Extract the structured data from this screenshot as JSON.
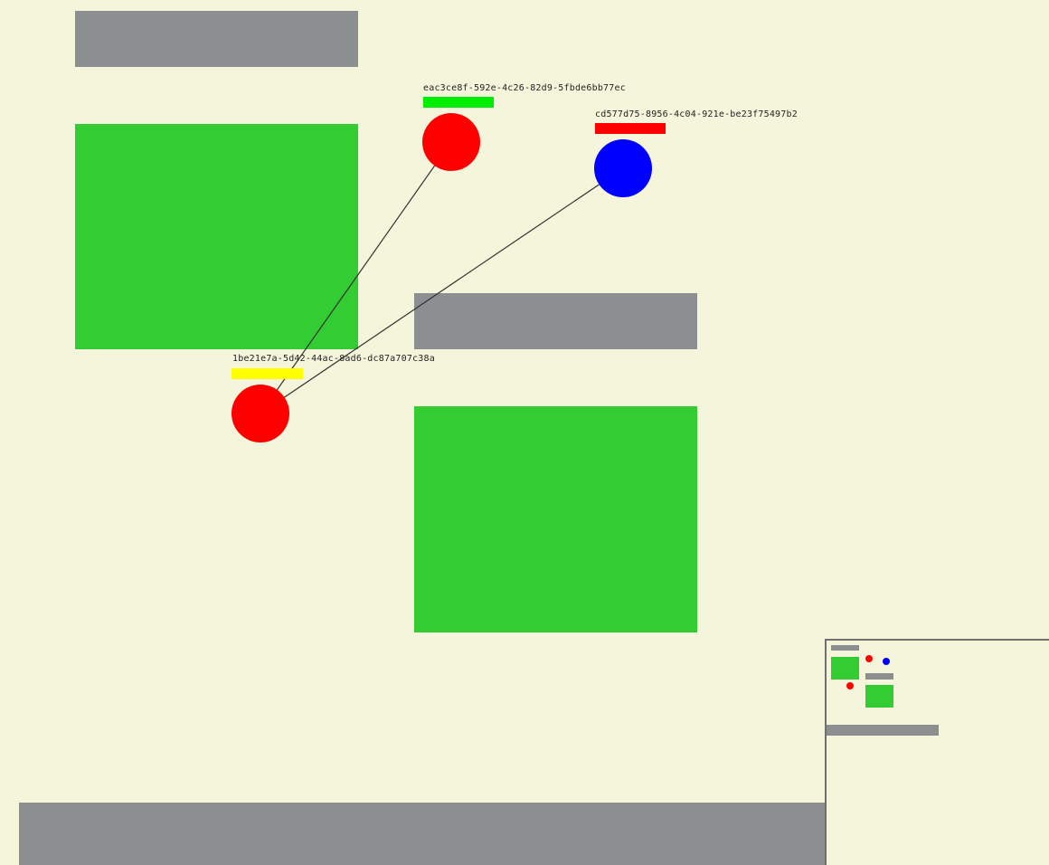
{
  "colors": {
    "background": "#f5f5dc",
    "wall": "#8b8f8f",
    "zone": "#33cc33",
    "link": "#333333",
    "minimap_border": "#707070"
  },
  "units": [
    {
      "id": "eac3ce8f-592e-4c26-82d9-5fbde6bb77ec",
      "color": "#ff0000",
      "bar_color": "#00ee00"
    },
    {
      "id": "cd577d75-8956-4c04-921e-be23f75497b2",
      "color": "#0000ff",
      "bar_color": "#ff0000"
    },
    {
      "id": "1be21e7a-5d42-44ac-8ad6-dc87a707c38a",
      "color": "#ff0000",
      "bar_color": "#ffff00"
    }
  ]
}
